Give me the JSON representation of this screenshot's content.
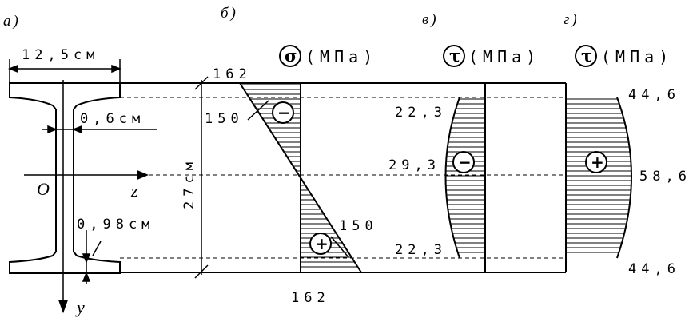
{
  "panels": {
    "a": "а)",
    "b": "б)",
    "v": "в)",
    "g": "г)"
  },
  "section": {
    "width_label": "12,5см",
    "web_label": "0,6см",
    "flange_label": "0,98см",
    "height_label": "27см",
    "origin_label": "O",
    "z_axis_label": "z",
    "y_axis_label": "y"
  },
  "sigma_diagram": {
    "symbol": "σ",
    "unit": "(МПа)",
    "top_outer": "162",
    "top_inner": "150",
    "bottom_inner": "150",
    "bottom_outer": "162",
    "top_sign": "−",
    "bottom_sign": "+"
  },
  "tau_web_diagram": {
    "symbol": "τ",
    "unit": "(МПа)",
    "top": "22,3",
    "middle": "29,3",
    "bottom": "22,3",
    "sign": "−"
  },
  "tau_flange_diagram": {
    "symbol": "τ",
    "unit": "(МПа)",
    "top": "44,6",
    "middle": "58,6",
    "bottom": "44,6",
    "sign": "+"
  }
}
